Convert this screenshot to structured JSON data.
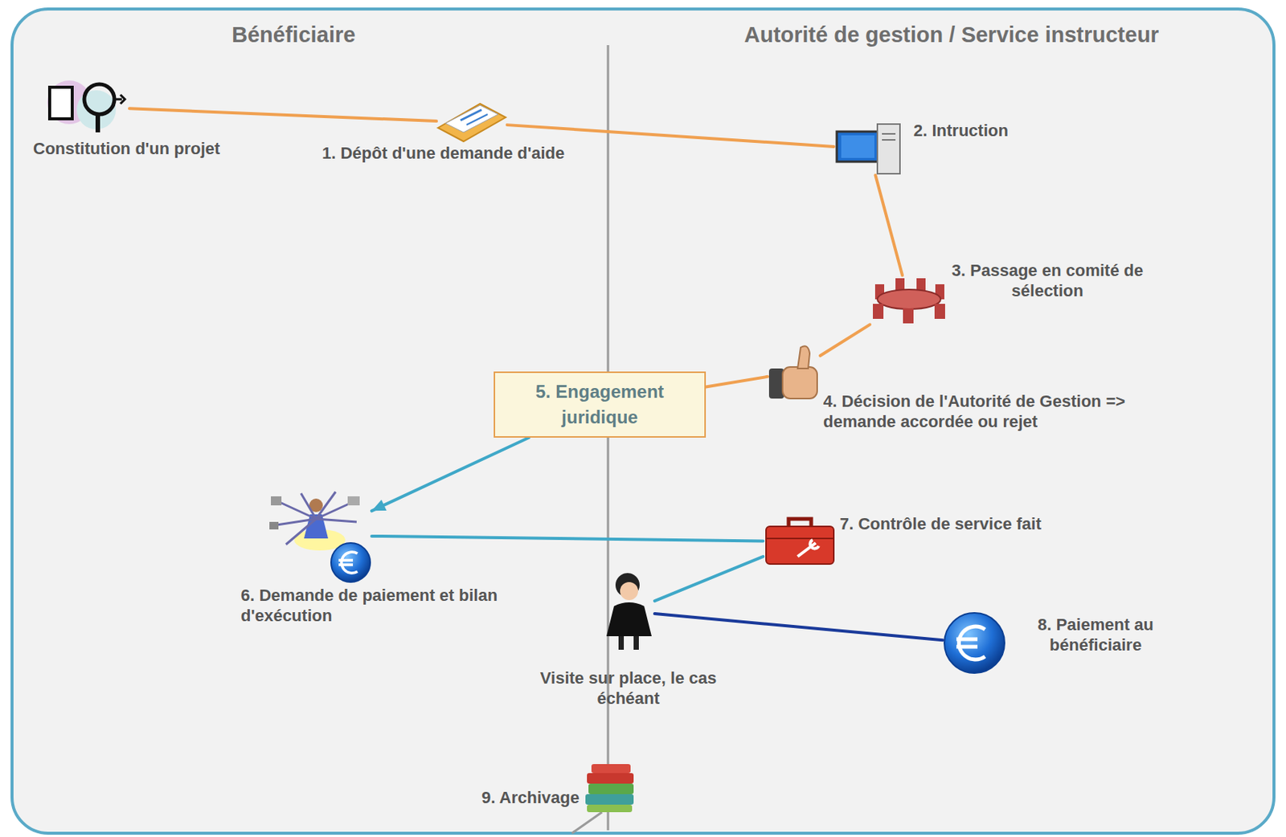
{
  "diagram": {
    "nodes": [
      {
        "text": [
          "Constitution d'un projet"
        ]
      },
      {
        "text": [
          "1. Dépôt d'une demande d'aide"
        ]
      },
      {
        "text": [
          "2. Intruction"
        ]
      },
      {
        "text": [
          "3. Passage en comité de sélection"
        ]
      },
      {
        "text": [
          "4. Décision de l'Autorité de Gestion => demande accordée ou rejet"
        ]
      },
      {
        "text": [
          "5. Engagement juridique"
        ]
      },
      {
        "text": [
          "6. Demande de paiement et bilan d'exécution"
        ]
      },
      {
        "text": [
          "7. Contrôle de service fait"
        ]
      },
      {
        "text": [
          "Visite sur place, le cas échéant"
        ]
      },
      {
        "text": [
          "8. Paiement au bénéficiaire"
        ]
      },
      {
        "text": [
          "9. Archivage"
        ]
      }
    ],
    "edges": [
      {
        "from": 0,
        "to": 1,
        "arrow": "none"
      },
      {
        "from": 1,
        "to": 2,
        "arrow": "none"
      },
      {
        "from": 2,
        "to": 3,
        "arrow": "none"
      },
      {
        "from": 3,
        "to": 4,
        "arrow": "none"
      },
      {
        "from": 4,
        "to": 5,
        "arrow": "none"
      },
      {
        "from": 5,
        "to": 6,
        "arrow": "to"
      },
      {
        "from": 6,
        "to": 7,
        "arrow": "none"
      },
      {
        "from": 7,
        "to": 8,
        "arrow": "none"
      },
      {
        "from": 8,
        "to": 9,
        "arrow": "none"
      }
    ],
    "labels": [
      "Bénéficiaire",
      "Autorité de gestion / Service instructeur"
    ]
  }
}
